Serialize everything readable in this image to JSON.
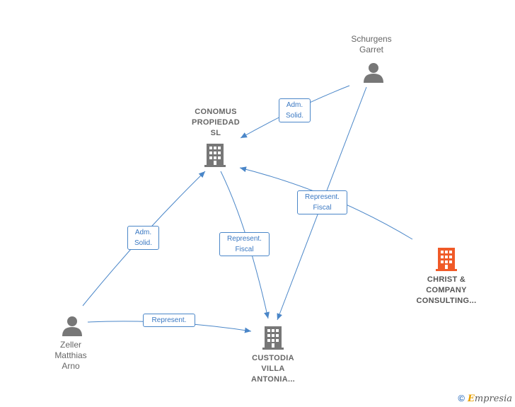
{
  "nodes": {
    "conomus": {
      "label": "CONOMUS\nPROPIEDAD\nSL",
      "icon": "building-icon"
    },
    "custodia": {
      "label": "CUSTODIA\nVILLA\nANTONIA...",
      "icon": "building-icon"
    },
    "christ": {
      "label": "CHRIST &\nCOMPANY\nCONSULTING...",
      "icon": "building-icon"
    },
    "schurgens": {
      "label": "Schurgens\nGarret",
      "icon": "person-icon"
    },
    "zeller": {
      "label": "Zeller\nMatthias\nArno",
      "icon": "person-icon"
    }
  },
  "edges": {
    "schurgens_conomus": "Adm.\nSolid.",
    "zeller_conomus": "Adm.\nSolid.",
    "christ_conomus": "Represent.\nFiscal",
    "conomus_custodia": "Represent.\nFiscal",
    "zeller_custodia": "Represent."
  },
  "colors": {
    "edge": "#4a86c8",
    "company": "#777777",
    "focus_company": "#f05a28",
    "person": "#777777"
  },
  "footer": {
    "symbol": "©",
    "brand_initial": "E",
    "brand_rest": "mpresia"
  }
}
